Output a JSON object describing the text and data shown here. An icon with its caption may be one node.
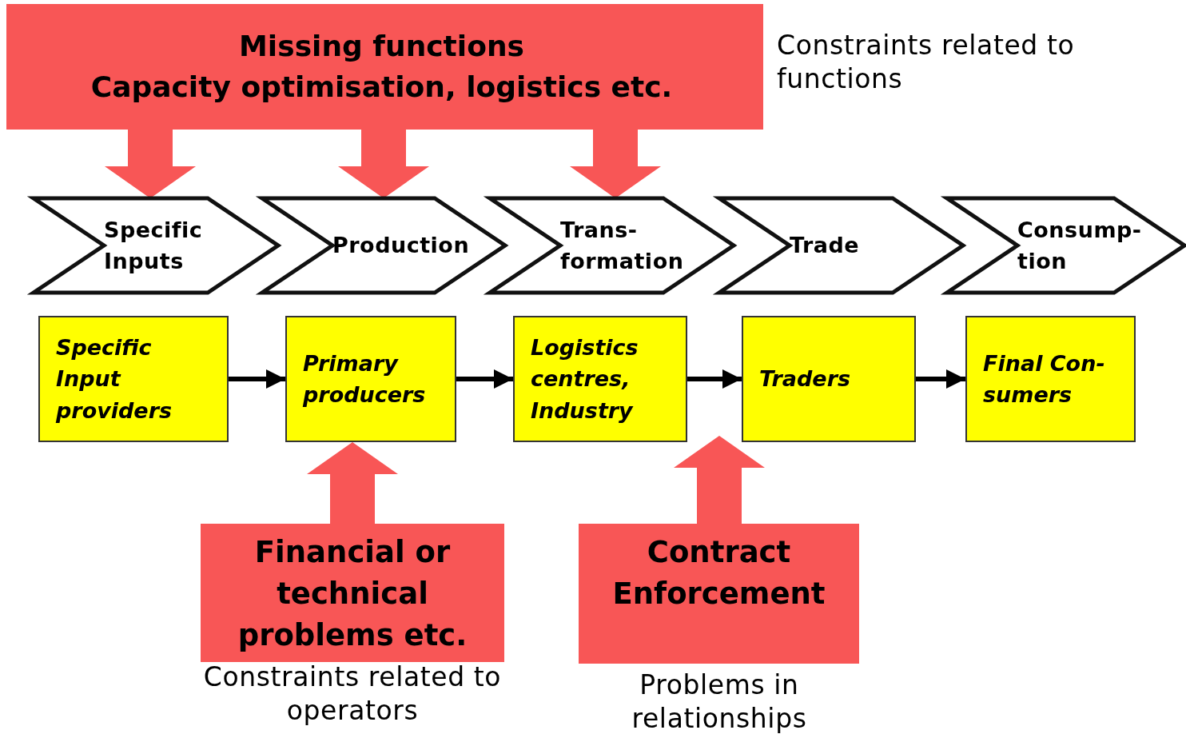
{
  "diagram": {
    "nodes": [
      {
        "text": [
          "Missing functions",
          "Capacity optimisation, logistics etc."
        ],
        "beside": [
          "Constraints related to functions"
        ]
      },
      {
        "text": [
          "Specific Inputs"
        ]
      },
      {
        "text": [
          "Production"
        ]
      },
      {
        "text": [
          "Trans- formation"
        ]
      },
      {
        "text": [
          "Trade"
        ]
      },
      {
        "text": [
          "Consump- tion"
        ]
      },
      {
        "text": [
          "Specific Input providers"
        ]
      },
      {
        "text": [
          "Primary producers"
        ]
      },
      {
        "text": [
          "Logistics centres, Industry"
        ]
      },
      {
        "text": [
          "Traders"
        ]
      },
      {
        "text": [
          "Final Con- sumers"
        ]
      },
      {
        "text": [
          "Financial or technical problems etc."
        ],
        "beside": [
          "Constraints related to operators"
        ]
      },
      {
        "text": [
          "Contract Enforcement"
        ],
        "beside": [
          "Problems in relationships"
        ]
      }
    ],
    "edges": [
      {
        "from": 6,
        "to": 7,
        "arrow": "to"
      },
      {
        "from": 7,
        "to": 8,
        "arrow": "to"
      },
      {
        "from": 8,
        "to": 9,
        "arrow": "to"
      },
      {
        "from": 9,
        "to": 10,
        "arrow": "to"
      },
      {
        "from": 0,
        "to": 1,
        "arrow": "to",
        "style": "thick",
        "color": "#f85656"
      },
      {
        "from": 0,
        "to": 2,
        "arrow": "to",
        "style": "thick",
        "color": "#f85656"
      },
      {
        "from": 0,
        "to": 3,
        "arrow": "to",
        "style": "thick",
        "color": "#f85656"
      },
      {
        "from": 11,
        "to": 7,
        "arrow": "to",
        "style": "thick",
        "color": "#f85656"
      },
      {
        "from": 12,
        "to": null,
        "arrow": "to",
        "style": "thick",
        "color": "#f85656"
      }
    ]
  }
}
